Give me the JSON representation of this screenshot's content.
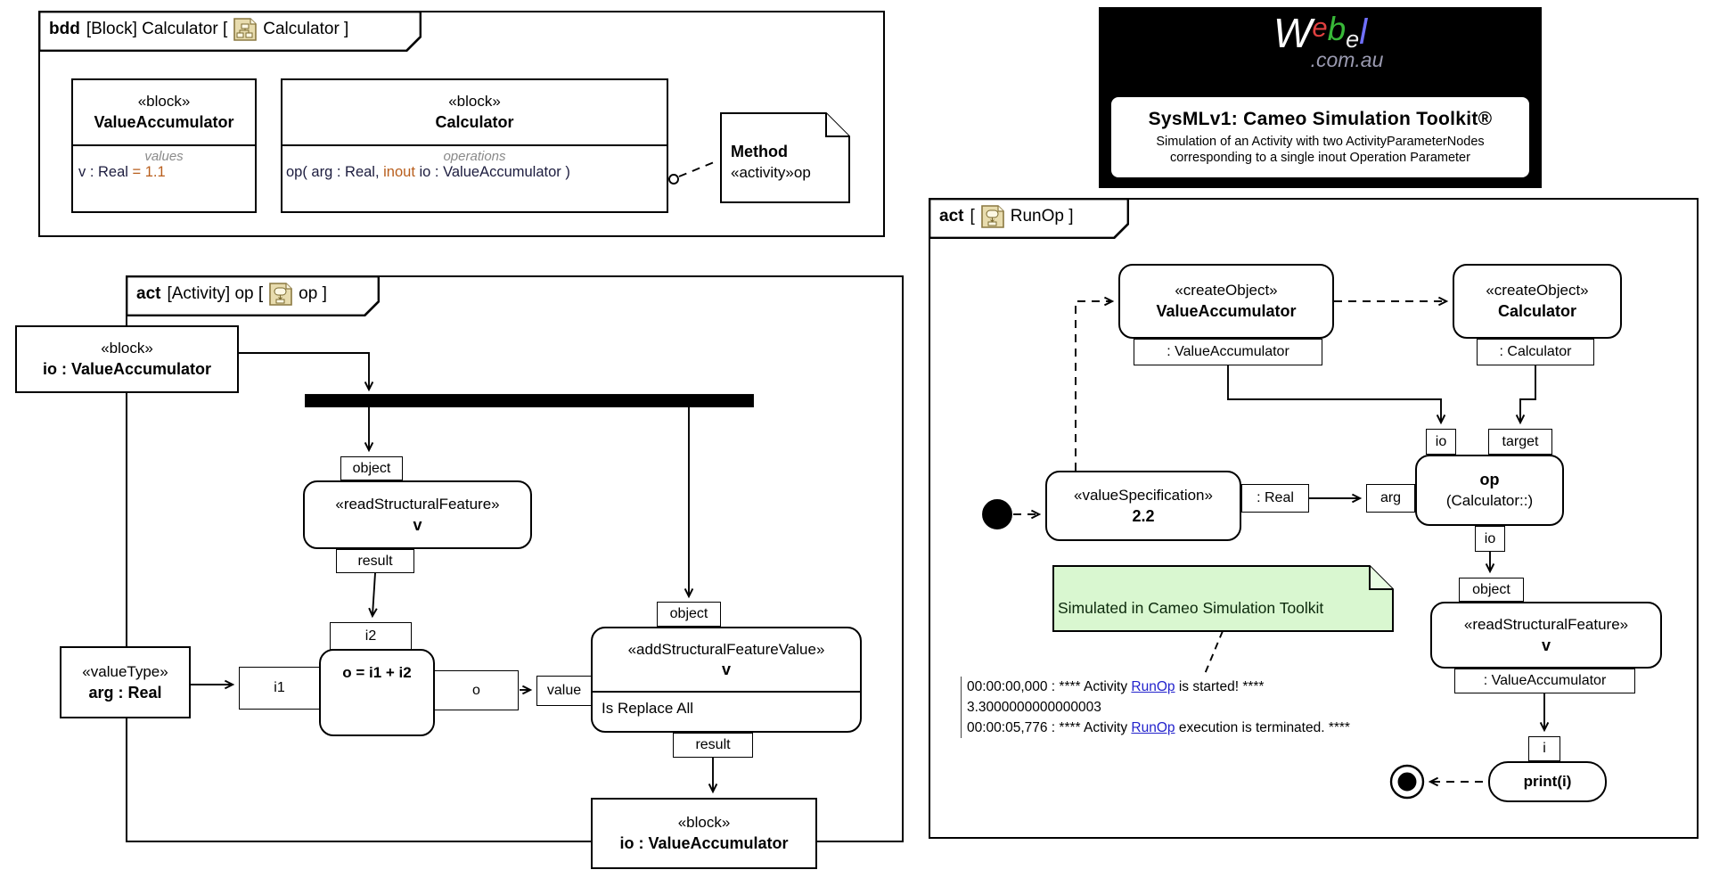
{
  "colors": {
    "accent_orange": "#b85e1c",
    "note_green": "#d9f7d0",
    "link_blue": "#2222cc",
    "icon_tan": "#e8dcae",
    "muted_gray": "#8a8a8a"
  },
  "bdd": {
    "tab": {
      "keyword": "bdd",
      "pre": "[Block] Calculator [",
      "post": "Calculator ]"
    },
    "value_accumulator": {
      "stereotype": "«block»",
      "name": "ValueAccumulator",
      "compartment": "values",
      "attr_pre": "v : Real ",
      "attr_val": "= 1.1"
    },
    "calculator": {
      "stereotype": "«block»",
      "name": "Calculator",
      "compartment": "operations",
      "op_pre": "op( arg : Real, ",
      "op_kw": "inout",
      "op_post": " io : ValueAccumulator )"
    },
    "method_note": {
      "title": "Method",
      "body": "«activity»op"
    }
  },
  "act_op": {
    "tab": {
      "keyword": "act",
      "pre": "[Activity] op [",
      "post": "op ]"
    },
    "param_in": {
      "stereotype": "«block»",
      "name": "io : ValueAccumulator"
    },
    "read_v": {
      "pin_object": "object",
      "stereotype": "«readStructuralFeature»",
      "name": "v",
      "pin_result": "result"
    },
    "value_type": {
      "stereotype": "«valueType»",
      "name": "arg : Real"
    },
    "add": {
      "pin_i1": "i1",
      "pin_i2": "i2",
      "expr": "o = i1 + i2",
      "pin_o": "o",
      "pin_value": "value"
    },
    "asfv": {
      "pin_object": "object",
      "stereotype": "«addStructuralFeatureValue»",
      "name": "v",
      "option": "Is Replace All",
      "pin_result": "result"
    },
    "param_out": {
      "stereotype": "«block»",
      "name": "io : ValueAccumulator"
    }
  },
  "banner": {
    "logo": {
      "l1": "W",
      "l2": "e",
      "l3": "b",
      "l4": "e",
      "l5": "l",
      "domain": ".com.au"
    },
    "title": "SysMLv1: Cameo Simulation Toolkit®",
    "subtitle1": "Simulation of an Activity with two ActivityParameterNodes",
    "subtitle2": "corresponding to a single inout Operation Parameter"
  },
  "act_runop": {
    "tab": {
      "keyword": "act",
      "pre": "[",
      "post": "RunOp ]"
    },
    "create_va": {
      "stereotype": "«createObject»",
      "name": "ValueAccumulator",
      "pin": ": ValueAccumulator"
    },
    "create_calc": {
      "stereotype": "«createObject»",
      "name": "Calculator",
      "pin": ": Calculator"
    },
    "value_spec": {
      "stereotype": "«valueSpecification»",
      "name": "2.2",
      "pin_real": ": Real",
      "pin_arg": "arg"
    },
    "call_op": {
      "pin_io_top": "io",
      "pin_target": "target",
      "name": "op",
      "qualifier": "(Calculator::)",
      "pin_io_bottom": "io"
    },
    "read_v": {
      "pin_object": "object",
      "stereotype": "«readStructuralFeature»",
      "name": "v",
      "pin_out": ": ValueAccumulator"
    },
    "print": {
      "pin_i": "i",
      "name": "print(i)"
    },
    "note": {
      "text": "Simulated in Cameo Simulation Toolkit"
    },
    "log": {
      "lines": [
        {
          "pre": "00:00:00,000 : **** Activity ",
          "link": "RunOp",
          "post": " is started! ****"
        },
        {
          "pre": "3.3000000000000003",
          "link": "",
          "post": ""
        },
        {
          "pre": "00:00:05,776 : **** Activity ",
          "link": "RunOp",
          "post": " execution is terminated. ****"
        }
      ]
    }
  }
}
